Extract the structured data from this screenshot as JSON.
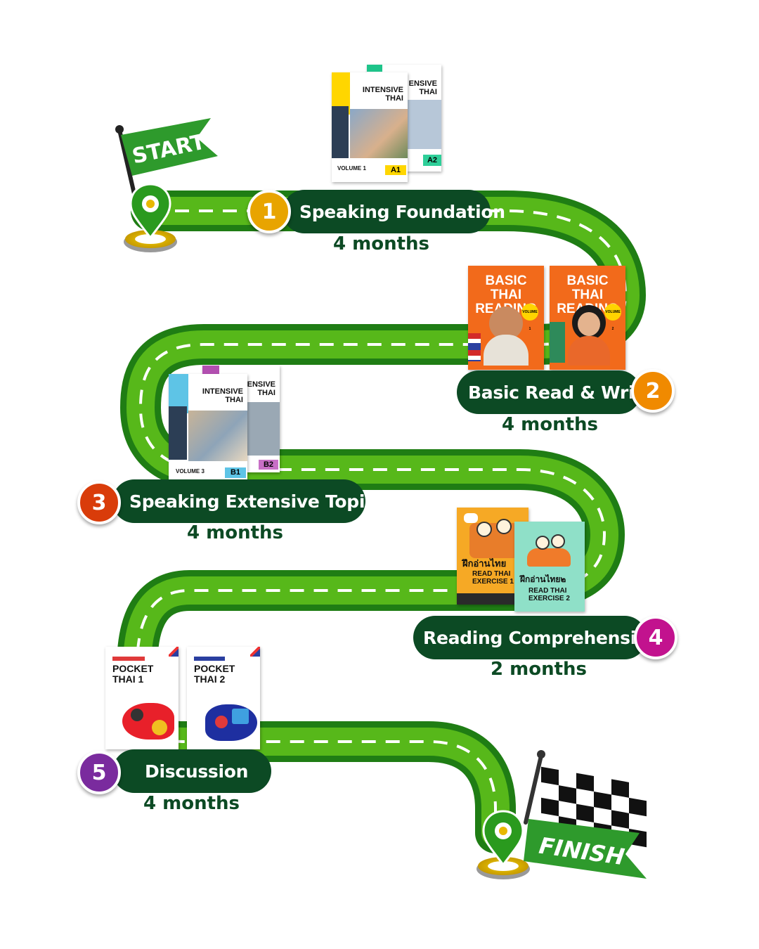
{
  "flags": {
    "start": "START",
    "finish": "FINISH"
  },
  "steps": [
    {
      "number": "1",
      "title": "Speaking Foundation",
      "duration": "4 months",
      "color": "#e8a400"
    },
    {
      "number": "2",
      "title": "Basic Read & Write",
      "duration": "4 months",
      "color": "#f08a00"
    },
    {
      "number": "3",
      "title": "Speaking Extensive Topics",
      "duration": "4 months",
      "color": "#d93c0a"
    },
    {
      "number": "4",
      "title": "Reading Comprehension",
      "duration": "2 months",
      "color": "#c2128e"
    },
    {
      "number": "5",
      "title": "Discussion",
      "duration": "4 months",
      "color": "#7a2b9e"
    }
  ],
  "books": {
    "intensive_a": {
      "title_l1": "INTENSIVE",
      "title_l2": "THAI",
      "back_l1": "ENSIVE",
      "back_l2": "THAI",
      "volume": "VOLUME 1",
      "level_front": "A1",
      "level_back": "A2"
    },
    "basic_reading": {
      "title_l1": "BASIC THAI",
      "title_l2": "READING",
      "vol1": "VOLUME 1",
      "vol2": "VOLUME 2"
    },
    "intensive_b": {
      "title_l1": "INTENSIVE",
      "title_l2": "THAI",
      "back_l1": "ENSIVE",
      "back_l2": "THAI",
      "volume": "VOLUME 3",
      "level_front": "B1",
      "level_back": "B2"
    },
    "read_exercise": {
      "thai1": "ฝึกอ่านไทย",
      "l1a": "READ THAI",
      "l1b": "EXERCISE 1",
      "thai2": "ฝึกอ่านไทย๒",
      "l2a": "READ THAI",
      "l2b": "EXERCISE 2"
    },
    "pocket": {
      "b1_l1": "POCKET",
      "b1_l2": "THAI 1",
      "b2_l1": "POCKET",
      "b2_l2": "THAI 2"
    }
  },
  "colors": {
    "road": "#2f9a1e",
    "road_dark": "#1d7a12",
    "road_highlight": "#8fd21a",
    "pill": "#0c4a24",
    "flag": "#2e9a2c",
    "pin": "#2a9a1e",
    "base": "#e0b400"
  }
}
